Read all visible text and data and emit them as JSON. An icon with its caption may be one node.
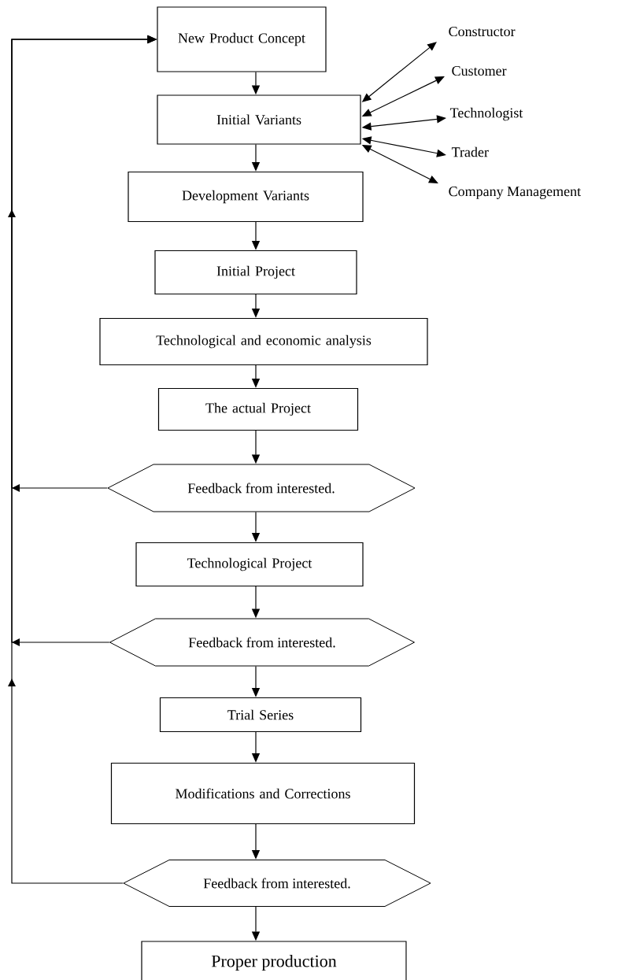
{
  "diagram": {
    "nodes": [
      {
        "text": [
          "New Product Concept"
        ]
      },
      {
        "text": [
          "Initial Variants"
        ]
      },
      {
        "text": [
          "Development Variants"
        ]
      },
      {
        "text": [
          "Initial Project"
        ]
      },
      {
        "text": [
          "Technological and economic analysis"
        ]
      },
      {
        "text": [
          "The actual Project"
        ]
      },
      {
        "text": [
          "Feedback from interested."
        ]
      },
      {
        "text": [
          "Technological Project"
        ]
      },
      {
        "text": [
          "Feedback from interested."
        ]
      },
      {
        "text": [
          "Trial Series"
        ]
      },
      {
        "text": [
          "Modifications and Corrections"
        ]
      },
      {
        "text": [
          "Feedback from interested."
        ]
      },
      {
        "text": [
          "Proper production"
        ]
      },
      {
        "text": [
          "Constructor"
        ]
      },
      {
        "text": [
          "Customer"
        ]
      },
      {
        "text": [
          "Technologist"
        ]
      },
      {
        "text": [
          "Trader"
        ]
      },
      {
        "text": [
          "Company Management"
        ]
      }
    ],
    "edges": [
      {
        "from": 0,
        "to": 1,
        "arrow": "to"
      },
      {
        "from": 1,
        "to": 2,
        "arrow": "to"
      },
      {
        "from": 2,
        "to": 3,
        "arrow": "to"
      },
      {
        "from": 3,
        "to": 4,
        "arrow": "to"
      },
      {
        "from": 4,
        "to": 5,
        "arrow": "to"
      },
      {
        "from": 5,
        "to": 6,
        "arrow": "to"
      },
      {
        "from": 6,
        "to": 7,
        "arrow": "to"
      },
      {
        "from": 7,
        "to": 8,
        "arrow": "to"
      },
      {
        "from": 8,
        "to": 9,
        "arrow": "to"
      },
      {
        "from": 9,
        "to": 10,
        "arrow": "to"
      },
      {
        "from": 10,
        "to": 11,
        "arrow": "to"
      },
      {
        "from": 11,
        "to": 12,
        "arrow": "to"
      },
      {
        "from": 1,
        "to": 13,
        "arrow": "both"
      },
      {
        "from": 1,
        "to": 14,
        "arrow": "both"
      },
      {
        "from": 1,
        "to": 15,
        "arrow": "both"
      },
      {
        "from": 1,
        "to": 16,
        "arrow": "both"
      },
      {
        "from": 1,
        "to": 17,
        "arrow": "both"
      },
      {
        "from": 6,
        "to": 0,
        "arrow": "to"
      },
      {
        "from": 8,
        "to": 0,
        "arrow": "to"
      },
      {
        "from": 11,
        "to": 0,
        "arrow": "to"
      }
    ]
  }
}
